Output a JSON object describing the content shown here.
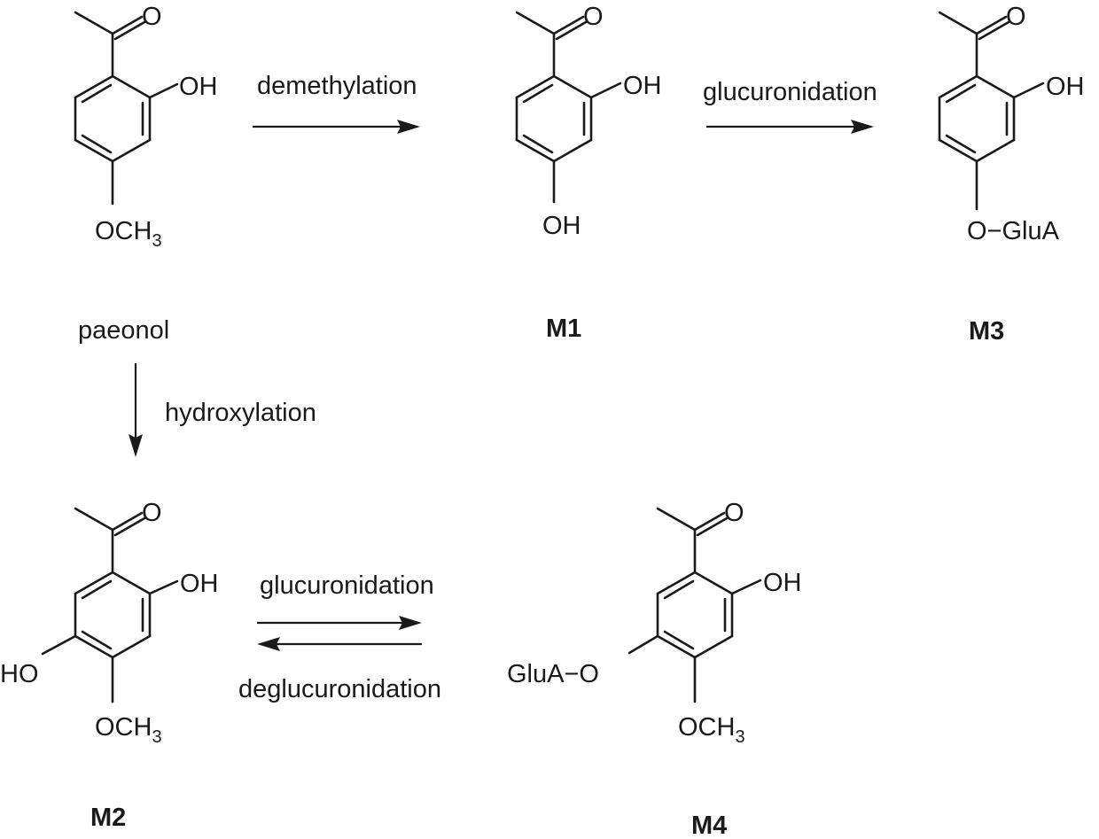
{
  "compounds": {
    "paeonol": {
      "name": "paeonol",
      "label_oh": "OH",
      "label_o": "O",
      "label_och3": "OCH",
      "label_sub": "3"
    },
    "m1": {
      "name": "M1",
      "label_o": "O",
      "label_oh": "OH",
      "label_oh_bottom": "OH"
    },
    "m3": {
      "name": "M3",
      "label_o": "O",
      "label_oh": "OH",
      "label_o_glua": "O−GluA"
    },
    "m2": {
      "name": "M2",
      "label_o": "O",
      "label_oh": "OH",
      "label_ho": "HO",
      "label_och3": "OCH",
      "label_sub": "3"
    },
    "m4": {
      "name": "M4",
      "label_o": "O",
      "label_oh": "OH",
      "label_glua_o": "GluA−O",
      "label_och3": "OCH",
      "label_sub": "3"
    }
  },
  "reactions": {
    "demethylation": "demethylation",
    "glucuronidation_top": "glucuronidation",
    "hydroxylation": "hydroxylation",
    "glucuronidation_bottom": "glucuronidation",
    "deglucuronidation": "deglucuronidation"
  }
}
